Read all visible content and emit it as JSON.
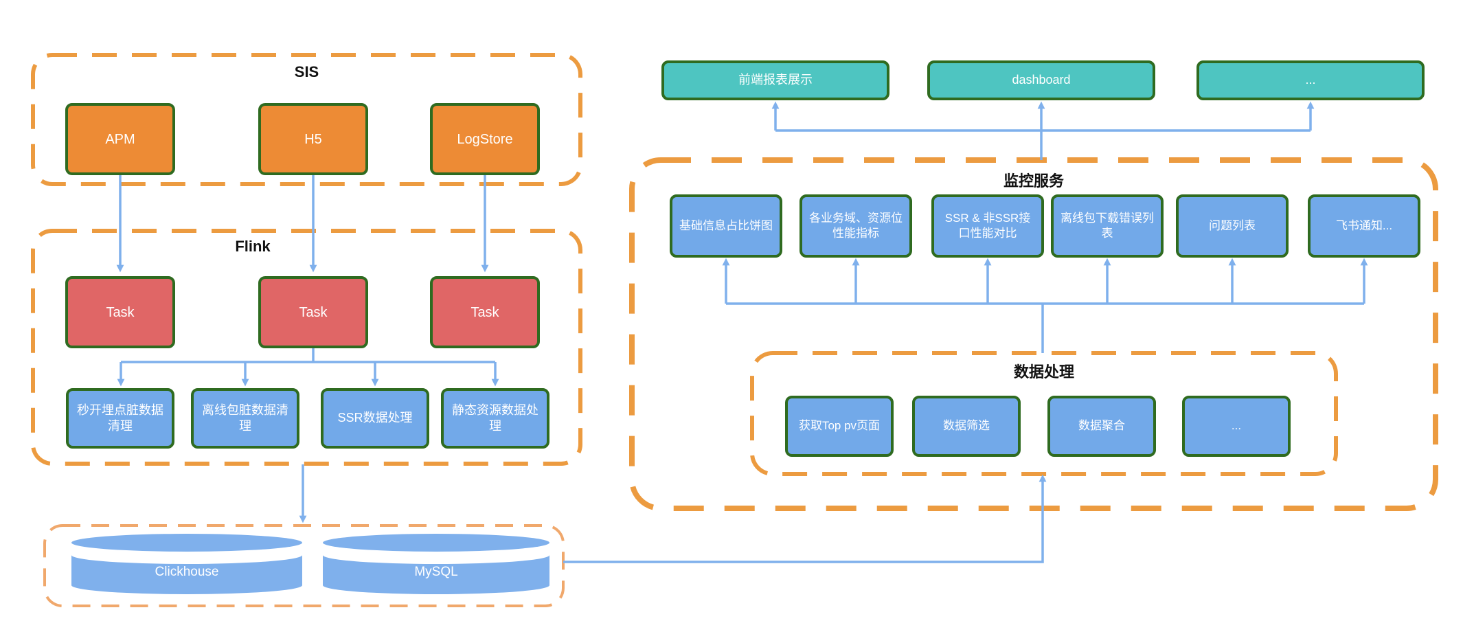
{
  "colors": {
    "container_dash": "#EC9B40",
    "db_container_dash": "#F0A86C",
    "green_border": "#2F6B20",
    "orange_fill": "#ED8B35",
    "red_fill": "#E06666",
    "blue_fill": "#72A9E9",
    "teal_fill": "#4EC5C1",
    "arrow_blue": "#7FB0EC",
    "label_black": "#111111",
    "box_text": "#FFFFFF"
  },
  "sis": {
    "label": "SIS",
    "boxes": [
      {
        "label": "APM"
      },
      {
        "label": "H5"
      },
      {
        "label": "LogStore"
      }
    ]
  },
  "flink": {
    "label": "Flink",
    "tasks": [
      {
        "label": "Task"
      },
      {
        "label": "Task"
      },
      {
        "label": "Task"
      }
    ],
    "jobs": [
      {
        "label": "秒开埋点脏数据清理"
      },
      {
        "label": "离线包脏数据清理"
      },
      {
        "label": "SSR数据处理"
      },
      {
        "label": "静态资源数据处理"
      }
    ]
  },
  "storage": {
    "cylinders": [
      {
        "label": "Clickhouse"
      },
      {
        "label": "MySQL"
      }
    ]
  },
  "outputs": [
    {
      "label": "前端报表展示"
    },
    {
      "label": "dashboard"
    },
    {
      "label": "..."
    }
  ],
  "monitor": {
    "label": "监控服务",
    "panels": [
      {
        "label": "基础信息占比饼图"
      },
      {
        "label": "各业务域、资源位性能指标"
      },
      {
        "label": "SSR & 非SSR接口性能对比"
      },
      {
        "label": "离线包下载错误列表"
      },
      {
        "label": "问题列表"
      },
      {
        "label": "飞书通知..."
      }
    ]
  },
  "dataproc": {
    "label": "数据处理",
    "steps": [
      {
        "label": "获取Top pv页面"
      },
      {
        "label": "数据筛选"
      },
      {
        "label": "数据聚合"
      },
      {
        "label": "..."
      }
    ]
  }
}
